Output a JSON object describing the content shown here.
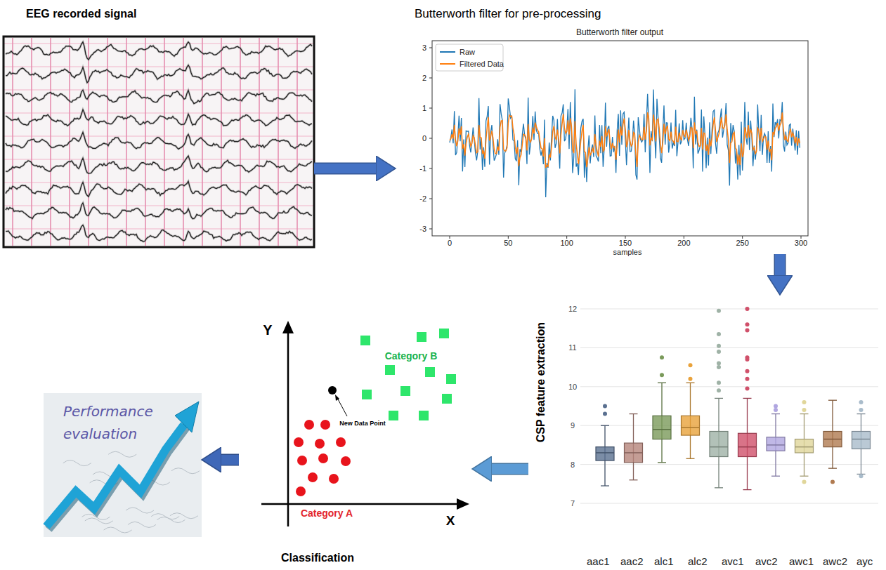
{
  "diagram": {
    "nodes": [
      {
        "text": [
          "EEG recorded signal"
        ]
      },
      {
        "text": [
          "Butterworth filter for pre-processing"
        ]
      },
      {
        "text": [
          "CSP feature extraction"
        ]
      },
      {
        "text": [
          "Classification"
        ]
      },
      {
        "text": [
          "Performance evaluation"
        ]
      }
    ],
    "edges": [
      {
        "from": 0,
        "to": 1,
        "arrow": "to"
      },
      {
        "from": 1,
        "to": 2,
        "arrow": "to"
      },
      {
        "from": 2,
        "to": 3,
        "arrow": "to"
      },
      {
        "from": 3,
        "to": 4,
        "arrow": "to"
      }
    ],
    "labels": [
      "Butterworth filter output",
      "3",
      "2",
      "1",
      "0",
      "-1",
      "-2",
      "-3",
      "0",
      "50",
      "100",
      "150",
      "200",
      "250",
      "300",
      "samples",
      "12",
      "11",
      "10",
      "9",
      "8",
      "7",
      "aac1",
      "aac2",
      "alc1",
      "alc2",
      "avc1",
      "avc2",
      "awc1",
      "awc2",
      "ayc",
      "Y",
      "X",
      "New Data Point",
      "Category A",
      "Category B"
    ],
    "legend": [
      {
        "text": "Raw"
      },
      {
        "text": "Filtered Data"
      }
    ]
  }
}
